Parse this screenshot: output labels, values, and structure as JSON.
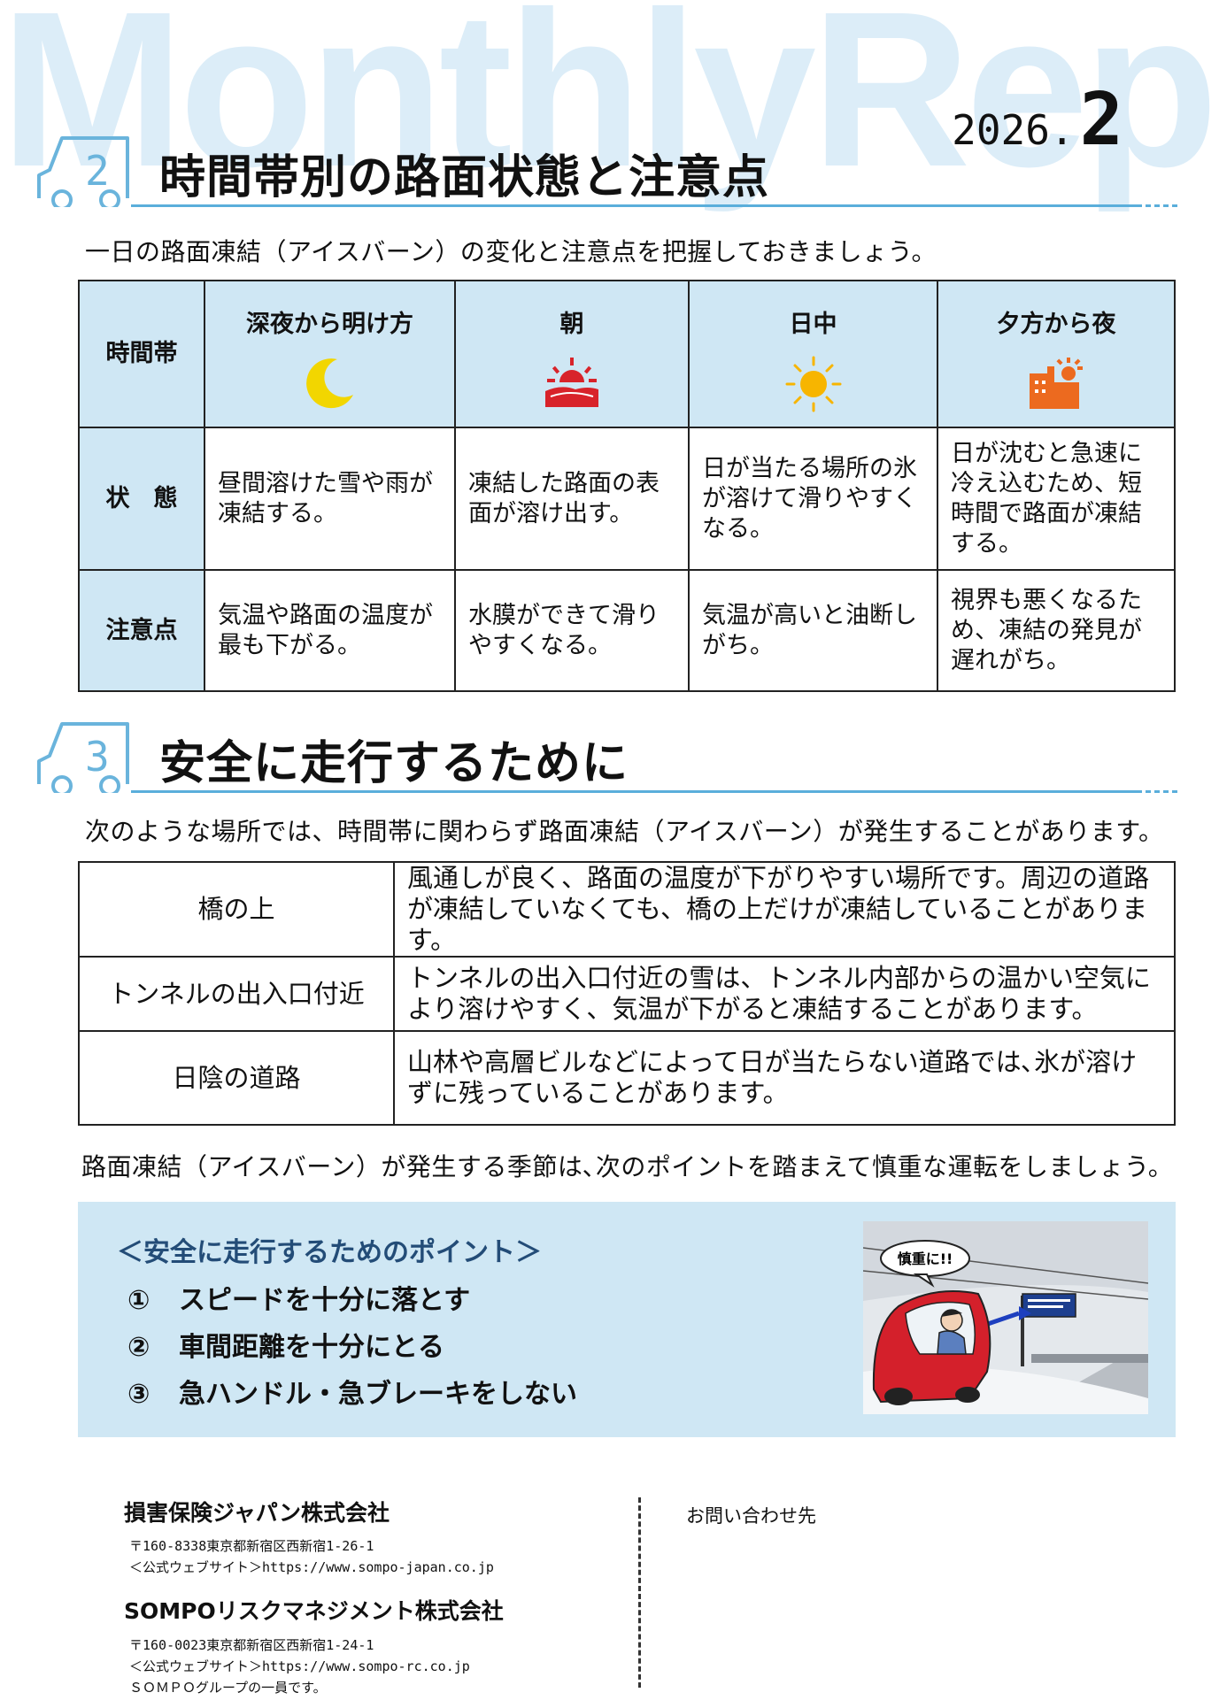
{
  "header": {
    "watermark": "MonthlyReport",
    "year": "2026.",
    "month": "2"
  },
  "section2": {
    "number": "2",
    "title": "時間帯別の路面状態と注意点",
    "intro": "一日の路面凍結（アイスバーン）の変化と注意点を把握しておきましょう。",
    "table": {
      "corner": "時間帯",
      "columns": [
        {
          "label": "深夜から明け方",
          "icon": "crescent-moon-icon"
        },
        {
          "label": "朝",
          "icon": "sunrise-icon"
        },
        {
          "label": "日中",
          "icon": "sun-icon"
        },
        {
          "label": "夕方から夜",
          "icon": "sunset-building-icon"
        }
      ],
      "rows": [
        {
          "header": "状　態",
          "cells": [
            "昼間溶けた雪や雨が凍結する。",
            "凍結した路面の表面が溶け出す。",
            "日が当たる場所の氷が溶けて滑りやすくなる。",
            "日が沈むと急速に冷え込むため、短時間で路面が凍結する。"
          ]
        },
        {
          "header": "注意点",
          "cells": [
            "気温や路面の温度が最も下がる。",
            "水膜ができて滑りやすくなる。",
            "気温が高いと油断しがち。",
            "視界も悪くなるため、凍結の発見が遅れがち。"
          ]
        }
      ]
    }
  },
  "section3": {
    "number": "3",
    "title": "安全に走行するために",
    "intro": "次のような場所では、時間帯に関わらず路面凍結（アイスバーン）が発生することがあります。",
    "places": [
      {
        "place": "橋の上",
        "desc": "風通しが良く、路面の温度が下がりやすい場所です。周辺の道路が凍結していなくても、橋の上だけが凍結していることがあります。"
      },
      {
        "place": "トンネルの出入口付近",
        "desc": "トンネルの出入口付近の雪は、トンネル内部からの温かい空気により溶けやすく、気温が下がると凍結することがあります。"
      },
      {
        "place": "日陰の道路",
        "desc": "山林や高層ビルなどによって日が当たらない道路では､氷が溶けずに残っていることがあります。"
      }
    ],
    "outro": "路面凍結（アイスバーン）が発生する季節は､次のポイントを踏まえて慎重な運転をしましょう。",
    "panel": {
      "heading": "＜安全に走行するためのポイント＞",
      "points": [
        {
          "num": "①",
          "text": "スピードを十分に落とす"
        },
        {
          "num": "②",
          "text": "車間距離を十分にとる"
        },
        {
          "num": "③",
          "text": "急ハンドル・急ブレーキをしない"
        }
      ],
      "illustration_caption": "慎重に!!"
    }
  },
  "footer": {
    "company1": "損害保険ジャパン株式会社",
    "company1_address": "〒160-8338東京都新宿区西新宿1-26-1",
    "company1_web": "＜公式ウェブサイト＞https://www.sompo-japan.co.jp",
    "company2": "SOMPOリスクマネジメント株式会社",
    "company2_address": "〒160-0023東京都新宿区西新宿1-24-1",
    "company2_web": "＜公式ウェブサイト＞https://www.sompo-rc.co.jp",
    "group": "ＳＯＭＰＯグループの一員です。",
    "contact": "お問い合わせ先"
  },
  "colors": {
    "accent_blue": "#5aaedb",
    "header_fill": "#cfe7f4",
    "watermark": "#dcedf8",
    "moon": "#f2d600",
    "sunrise": "#d8232a",
    "sun": "#f7b500",
    "sunset": "#ec6a1f"
  }
}
